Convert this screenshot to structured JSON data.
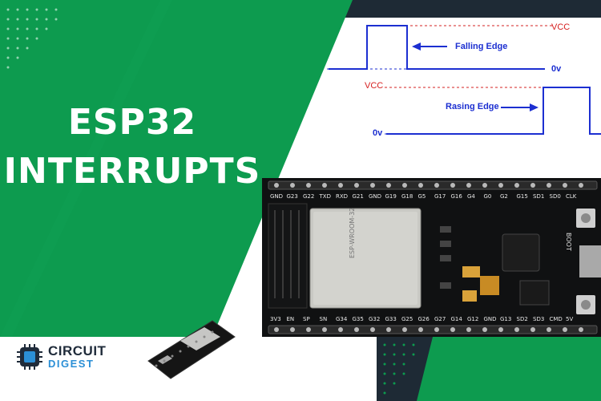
{
  "colors": {
    "brand_green": "#0d9b4f",
    "dark_navy": "#1e2a35",
    "signal_blue": "#1c2fd1",
    "vcc_red": "#d62020"
  },
  "headline": {
    "line1": "ESP32",
    "line2": "INTERRUPTS"
  },
  "waveform_top": {
    "vcc_label": "VCC",
    "zero_label": "0v",
    "edge_label": "Falling Edge"
  },
  "waveform_bottom": {
    "vcc_label": "VCC",
    "zero_label": "0v",
    "edge_label": "Rasing Edge"
  },
  "board_photo": {
    "top_pins": [
      "GND",
      "G23",
      "G22",
      "TXD",
      "RXD",
      "G21",
      "GND",
      "G19",
      "G18",
      "G5",
      "G17",
      "G16",
      "G4",
      "G0",
      "G2",
      "G15",
      "SD1",
      "SD0",
      "CLK"
    ],
    "bottom_pins": [
      "3V3",
      "EN",
      "SP",
      "SN",
      "G34",
      "G35",
      "G32",
      "G33",
      "G25",
      "G26",
      "G27",
      "G14",
      "G12",
      "GND",
      "G13",
      "SD2",
      "SD3",
      "CMD",
      "5V"
    ],
    "module_text": "ESP-WROOM-32",
    "button_label": "BOOT",
    "icon": "esp32-board-photo"
  },
  "brand": {
    "line1": "CIRCUIT",
    "line2": "DIGEST",
    "icon": "circuit-digest-logo-icon"
  }
}
